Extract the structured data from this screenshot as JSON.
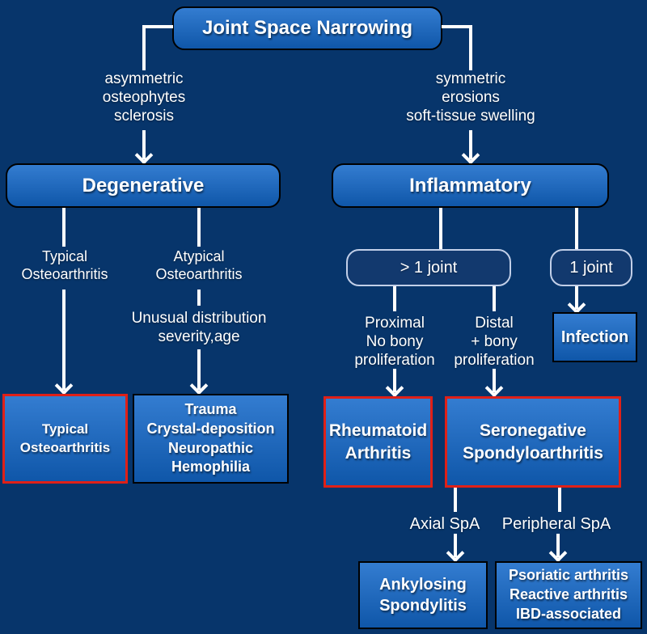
{
  "diagram": {
    "root_label": "Joint Space Narrowing",
    "degenerative": {
      "criteria": "asymmetric\nosteophytes\nsclerosis",
      "title": "Degenerative",
      "typical_branch": "Typical\nOsteoarthritis",
      "atypical_branch": "Atypical\nOsteoarthritis",
      "atypical_criteria": "Unusual distribution\nseverity,age",
      "typical_result": "Typical\nOsteoarthritis",
      "atypical_result": "Trauma\nCrystal-deposition\nNeuropathic\nHemophilia"
    },
    "inflammatory": {
      "criteria": "symmetric\nerosions\nsoft-tissue swelling",
      "title": "Inflammatory",
      "multi_joint": "> 1 joint",
      "single_joint": "1 joint",
      "proximal_criteria": "Proximal\nNo bony\nproliferation",
      "distal_criteria": "Distal\n+ bony\nproliferation",
      "rheumatoid_result": "Rheumatoid\nArthritis",
      "seronegative_result": "Seronegative\nSpondyloarthritis",
      "infection_result": "Infection",
      "axial_branch": "Axial SpA",
      "peripheral_branch": "Peripheral SpA",
      "axial_result": "Ankylosing\nSpondylitis",
      "peripheral_result": "Psoriatic arthritis\nReactive arthritis\nIBD-associated"
    },
    "colors": {
      "background": "#07356b",
      "node_fill": "#1267c9",
      "node_border": "#000000",
      "highlight_border": "#e02017",
      "condition_border": "#c2cfe8",
      "condition_fill": "#12396e",
      "text_color": "#ffffff"
    }
  }
}
